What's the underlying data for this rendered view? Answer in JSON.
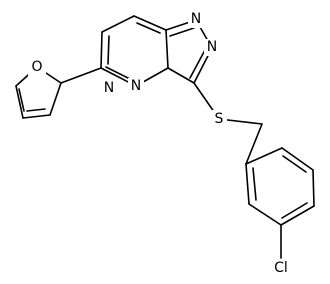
{
  "molecule": {
    "atoms": {
      "furan_o": "O",
      "ring_n_left": "N",
      "ring_n_bridge": "N",
      "triazole_n_top": "N",
      "triazole_n_right": "N",
      "sulfur": "S",
      "chlorine": "Cl"
    }
  }
}
